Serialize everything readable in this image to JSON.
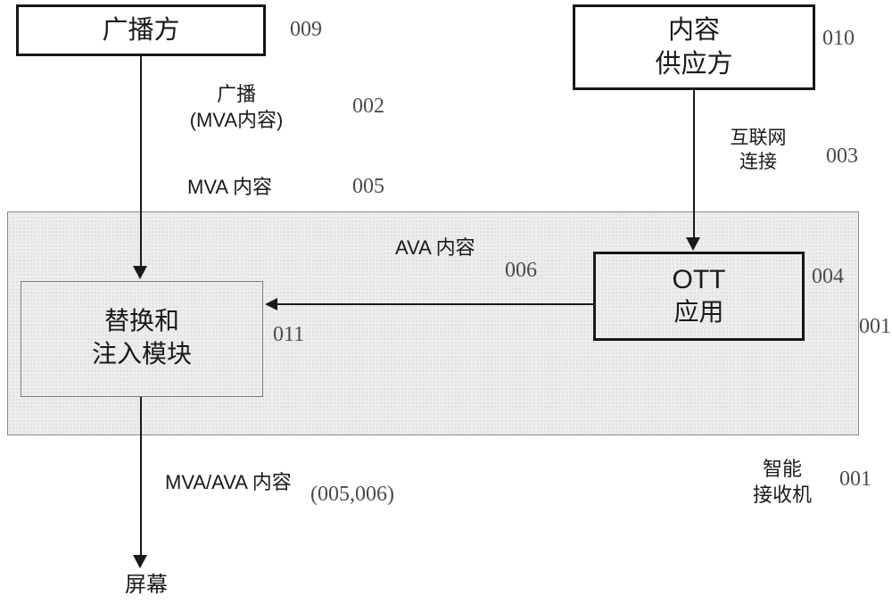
{
  "boxes": {
    "broadcaster": {
      "label": "广播方",
      "ref": "009"
    },
    "content_provider": {
      "line1": "内容",
      "line2": "供应方",
      "ref": "010"
    },
    "replace_inject": {
      "line1": "替换和",
      "line2": "注入模块",
      "ref": "011"
    },
    "ott_app": {
      "line1": "OTT",
      "line2": "应用",
      "ref": "004"
    }
  },
  "labels": {
    "broadcast": {
      "line1": "广播",
      "line2": "(MVA内容)",
      "ref": "002"
    },
    "mva_content": {
      "text": "MVA 内容",
      "ref": "005"
    },
    "internet": {
      "line1": "互联网",
      "line2": "连接",
      "ref": "003"
    },
    "ava_content": {
      "text": "AVA 内容",
      "ref": "006"
    },
    "mva_ava_content": {
      "text": "MVA/AVA 内容",
      "ref": "(005,006)"
    },
    "screen": {
      "text": "屏幕"
    },
    "smart_receiver": {
      "line1": "智能",
      "line2": "接收机",
      "ref": "001"
    },
    "receiver_edge_ref": "001"
  },
  "colors": {
    "receiver_fill": "#ededed",
    "line": "#1a1a1a",
    "box_border": "#161616",
    "inner_box_border": "#7d7d7d",
    "ref_text": "#4a4a4a",
    "background": "#ffffff"
  }
}
